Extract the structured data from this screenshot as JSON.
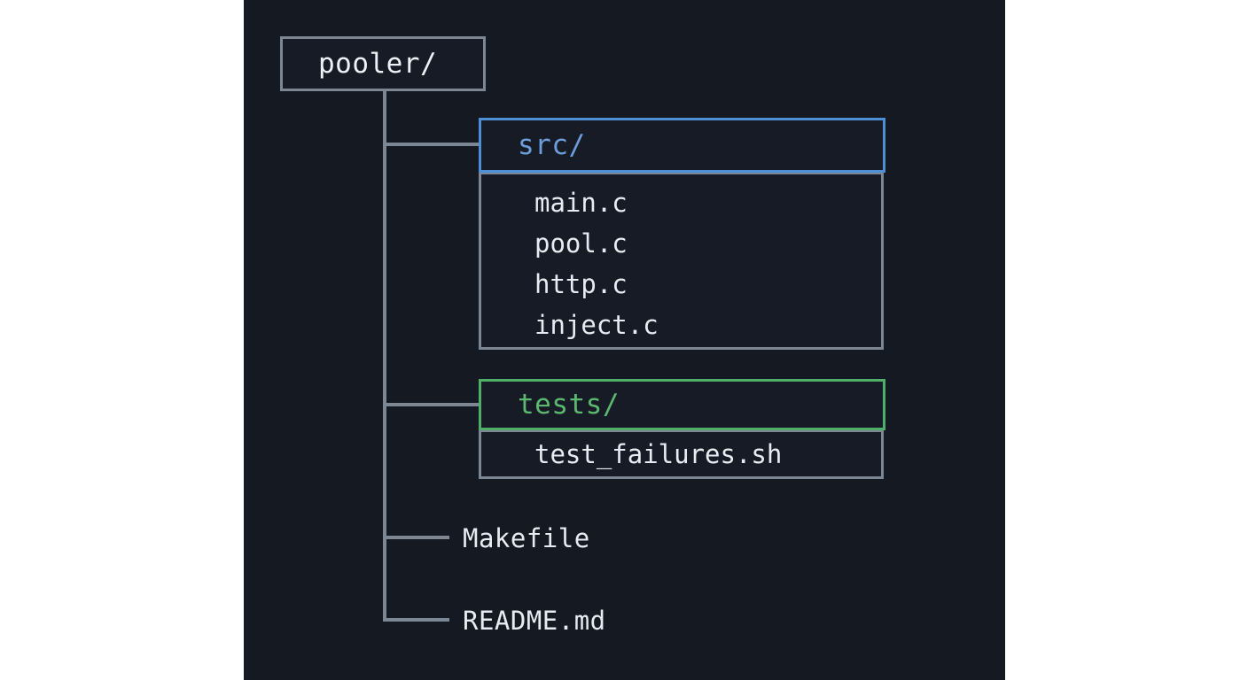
{
  "diagram": {
    "title": "pooler project directory tree",
    "background_color": "#141922",
    "page_background": "#ffffff",
    "line_color": "#7d8794"
  },
  "root": {
    "label": "pooler/",
    "border_color": "#7d8794",
    "text_color": "#eef1f5"
  },
  "folders": [
    {
      "name": "src",
      "label": "src/",
      "accent_color": "#4f8fd6",
      "text_color": "#6d9ddb",
      "files": [
        {
          "label": "main.c"
        },
        {
          "label": "pool.c"
        },
        {
          "label": "http.c"
        },
        {
          "label": "inject.c"
        }
      ]
    },
    {
      "name": "tests",
      "label": "tests/",
      "accent_color": "#4fae68",
      "text_color": "#5cb870",
      "files": [
        {
          "label": "test_failures.sh"
        }
      ]
    }
  ],
  "leaves": [
    {
      "name": "makefile",
      "label": "Makefile"
    },
    {
      "name": "readme",
      "label": "README.md"
    }
  ]
}
